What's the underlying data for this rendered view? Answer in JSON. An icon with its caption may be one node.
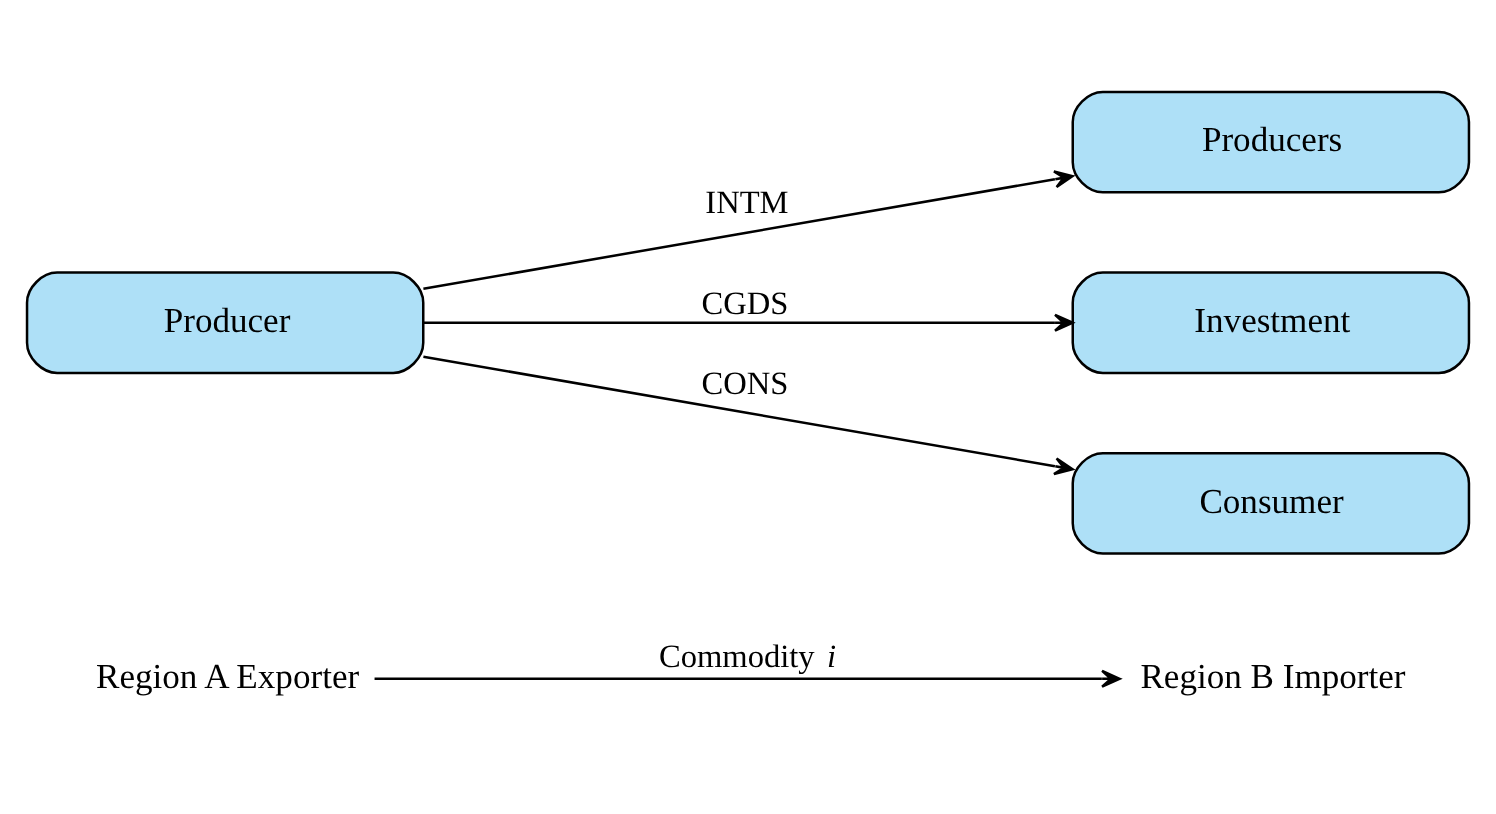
{
  "diagram": {
    "nodes": [
      {
        "text": [
          "Region A Exporter"
        ]
      },
      {
        "text": [
          "Region B Importer"
        ]
      },
      {
        "text": [
          "Producers"
        ]
      },
      {
        "text": [
          "Producer"
        ]
      },
      {
        "text": [
          "Investment"
        ]
      },
      {
        "text": [
          "Consumer"
        ]
      }
    ],
    "edges": [
      {
        "from": 0,
        "to": 1,
        "arrow": "to",
        "label": "Commodity *i*"
      },
      {
        "from": 3,
        "to": 2,
        "arrow": "to",
        "label": "INTM"
      },
      {
        "from": 3,
        "to": 4,
        "arrow": "to",
        "label": "CGDS"
      },
      {
        "from": 3,
        "to": 5,
        "arrow": "to",
        "label": "CONS"
      }
    ]
  }
}
